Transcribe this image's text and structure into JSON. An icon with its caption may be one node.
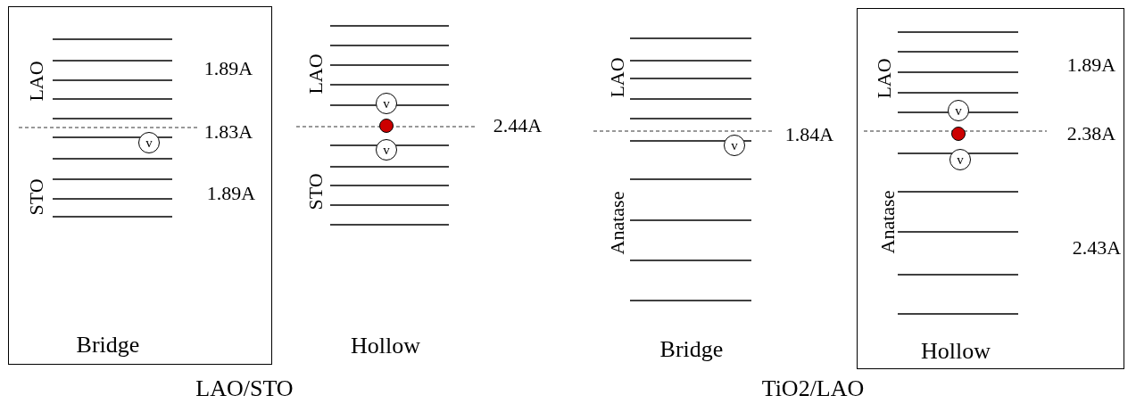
{
  "diagram": {
    "nodes": [
      {
        "text": [
          "LAO",
          "1.89A",
          "1.83A",
          "STO",
          "1.89A",
          "Bridge"
        ]
      },
      {
        "text": [
          "v"
        ],
        "in": 0
      },
      {
        "text": [
          "v"
        ]
      },
      {
        "text": [],
        "shape": "circle"
      },
      {
        "text": [
          "v"
        ]
      },
      {
        "text": [
          "v"
        ]
      },
      {
        "text": [
          "LAO",
          "1.89A",
          "2.38A",
          "Anatase",
          "2.43A",
          "Hollow"
        ]
      },
      {
        "text": [
          "v"
        ],
        "in": 6
      },
      {
        "text": [],
        "shape": "circle",
        "in": 6
      },
      {
        "text": [
          "v"
        ],
        "in": 6
      }
    ],
    "labels": [
      "LAO",
      "2.44A",
      "STO",
      "Hollow",
      "LAO",
      "1.84A",
      "Anatase",
      "Bridge",
      "LAO/STO",
      "TiO2/LAO"
    ]
  }
}
